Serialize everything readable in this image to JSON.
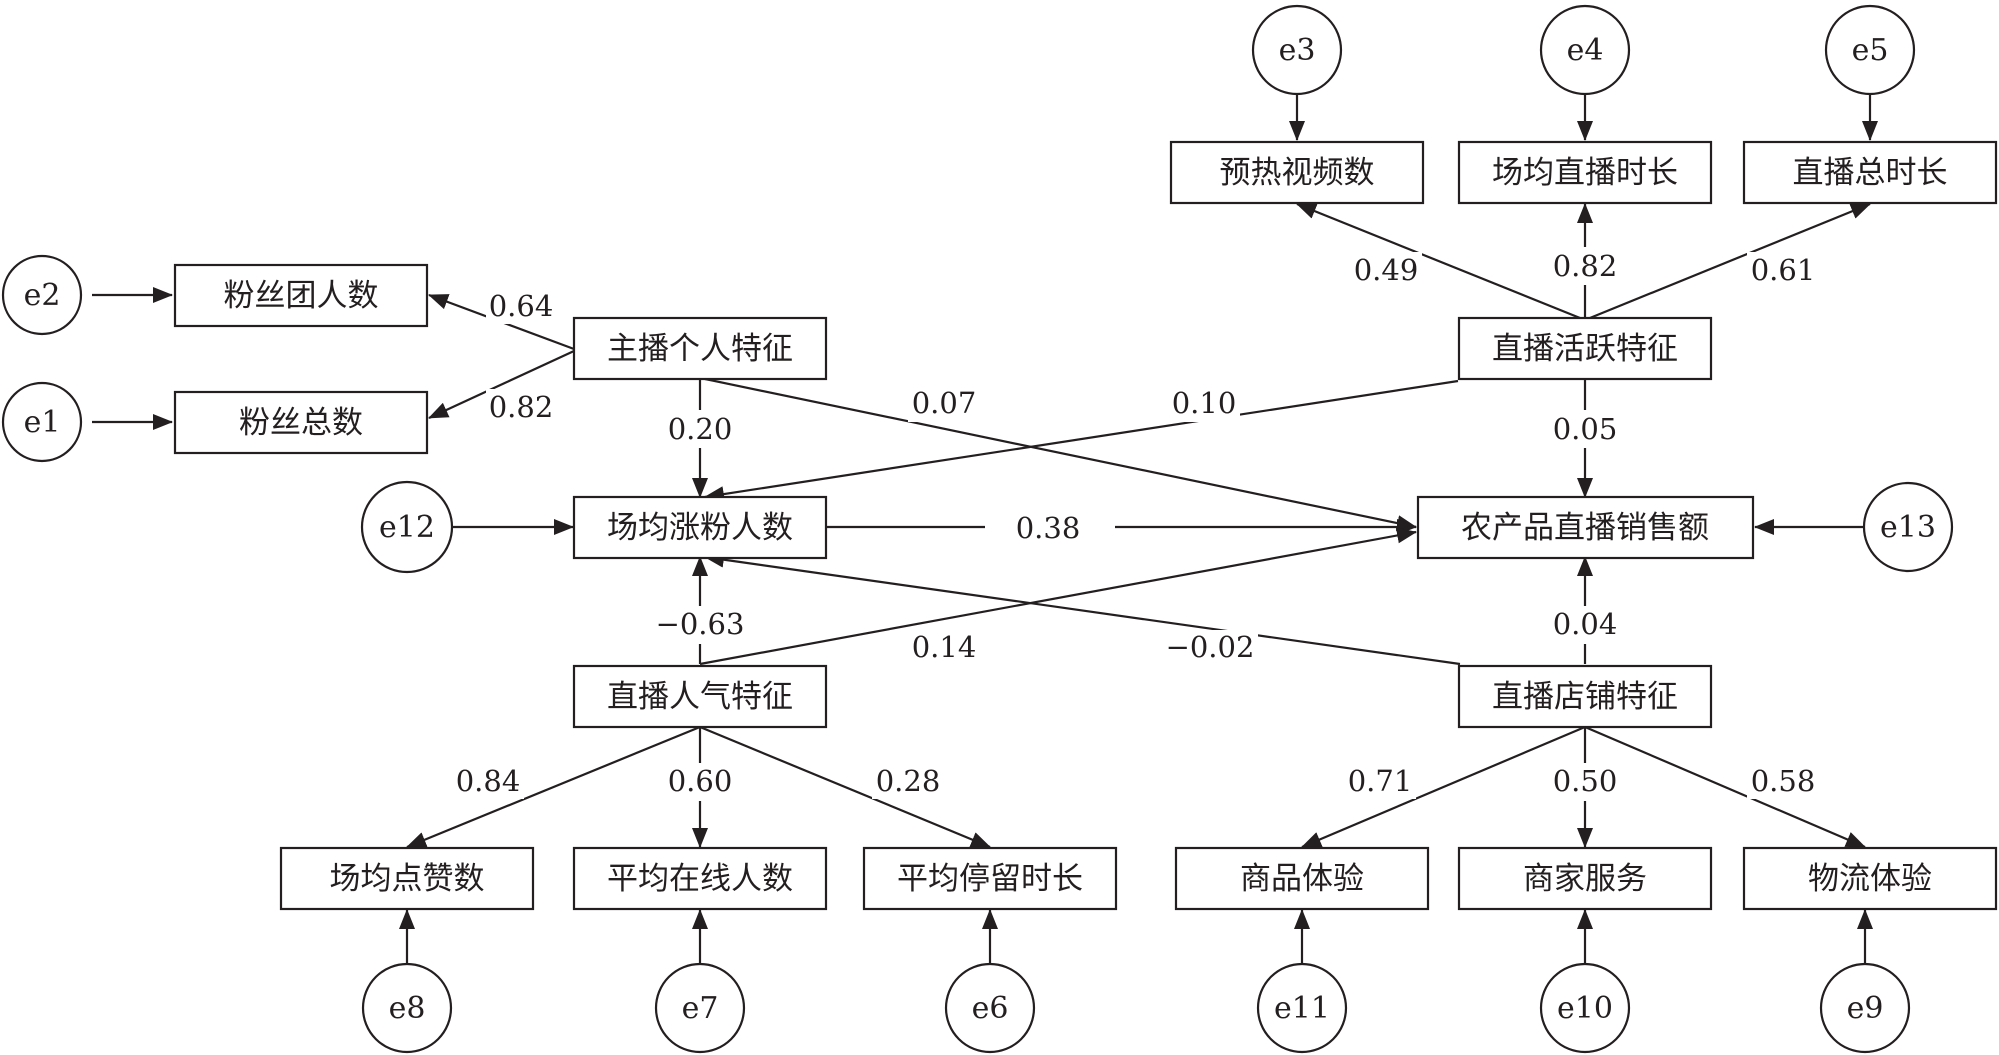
{
  "nodes": {
    "fans_group": "粉丝团人数",
    "fans_total": "粉丝总数",
    "host_personal": "主播个人特征",
    "avg_fans_gain": "场均涨粉人数",
    "popularity": "直播人气特征",
    "avg_likes": "场均点赞数",
    "avg_online": "平均在线人数",
    "avg_stay": "平均停留时长",
    "preheat_videos": "预热视频数",
    "avg_live_duration": "场均直播时长",
    "total_live_duration": "直播总时长",
    "live_activity": "直播活跃特征",
    "agri_sales": "农产品直播销售额",
    "store": "直播店铺特征",
    "goods_exp": "商品体验",
    "merchant_service": "商家服务",
    "logistics_exp": "物流体验"
  },
  "errors": {
    "e1": "e1",
    "e2": "e2",
    "e3": "e3",
    "e4": "e4",
    "e5": "e5",
    "e6": "e6",
    "e7": "e7",
    "e8": "e8",
    "e9": "e9",
    "e10": "e10",
    "e11": "e11",
    "e12": "e12",
    "e13": "e13"
  },
  "coefficients": {
    "host_to_fans_group": "0.64",
    "host_to_fans_total": "0.82",
    "host_to_gain": "0.20",
    "host_to_sales": "0.07",
    "activity_to_gain": "0.10",
    "activity_to_sales": "0.05",
    "activity_to_preheat": "0.49",
    "activity_to_avg_duration": "0.82",
    "activity_to_total_duration": "0.61",
    "gain_to_sales": "0.38",
    "popularity_to_gain": "−0.63",
    "popularity_to_sales": "0.14",
    "store_to_gain": "−0.02",
    "store_to_sales": "0.04",
    "popularity_to_likes": "0.84",
    "popularity_to_online": "0.60",
    "popularity_to_stay": "0.28",
    "store_to_goods": "0.71",
    "store_to_service": "0.50",
    "store_to_logistics": "0.58"
  },
  "colors": {
    "ink": "#231f20",
    "background": "#ffffff"
  }
}
